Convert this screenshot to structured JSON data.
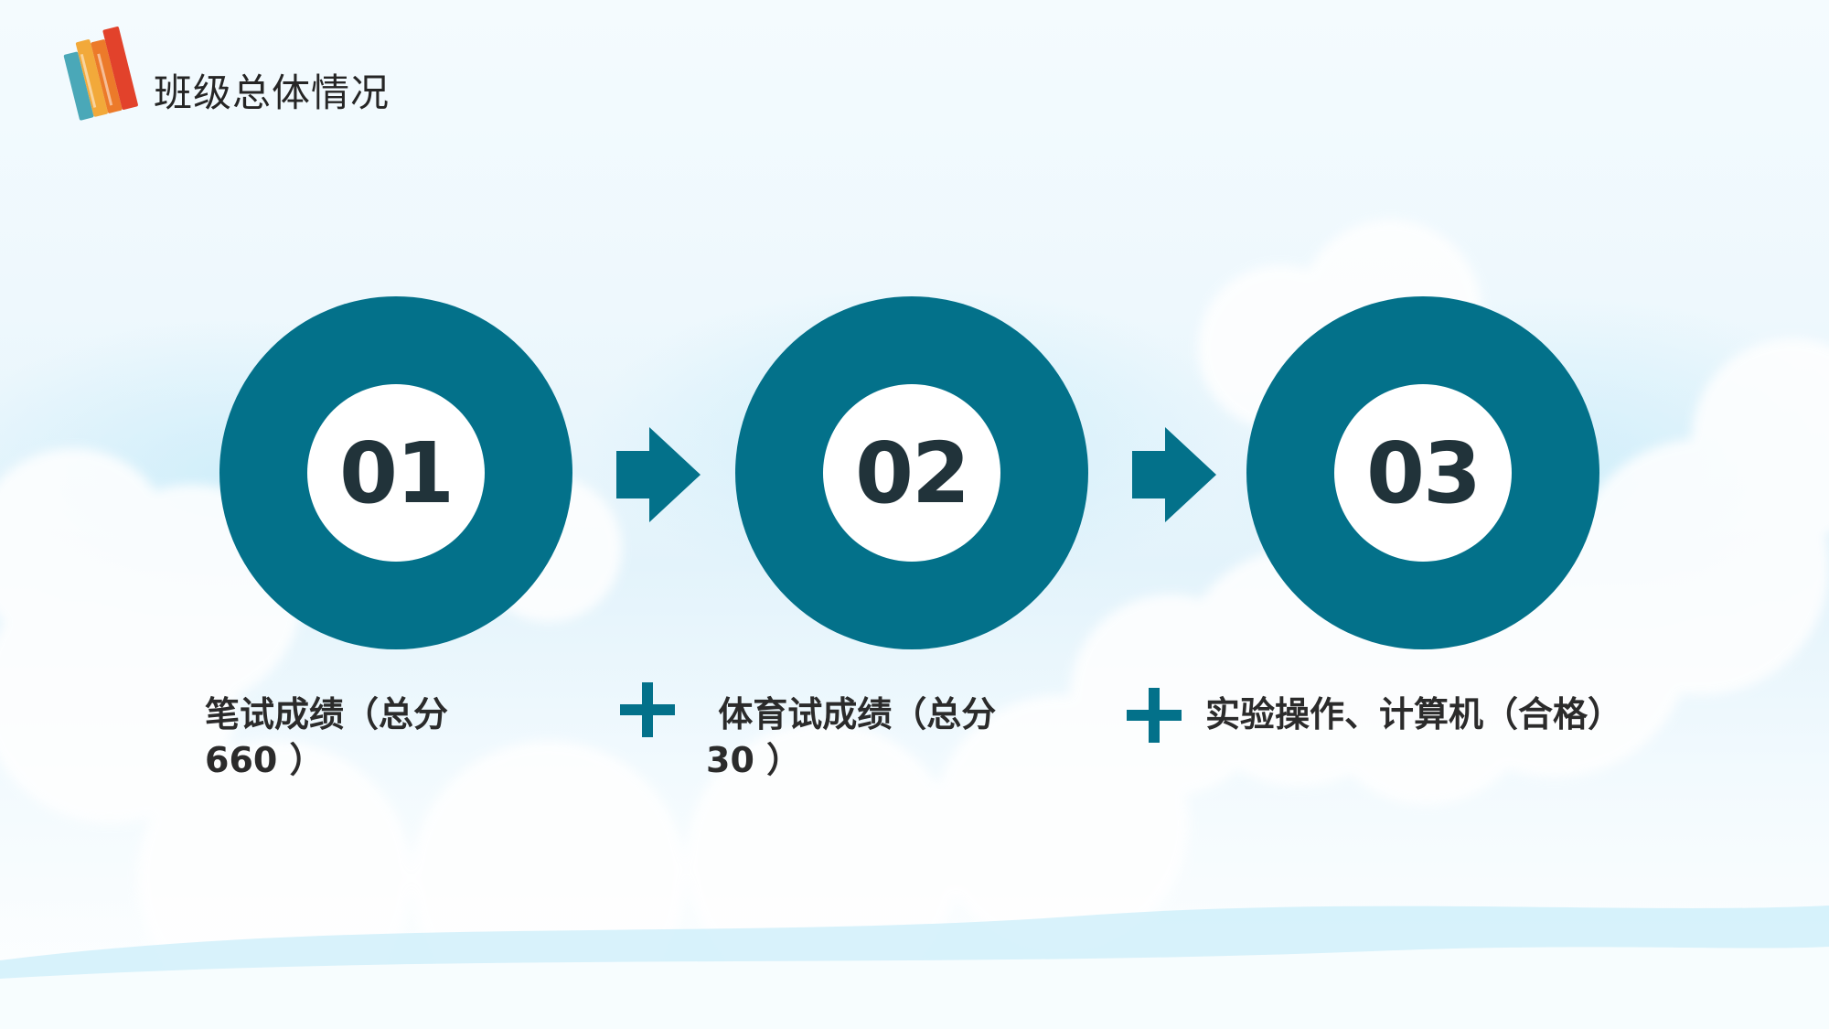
{
  "header": {
    "title": "班级总体情况"
  },
  "steps": [
    {
      "number": "01",
      "label": "笔试成绩（总分\n660 ）"
    },
    {
      "number": "02",
      "label": " 体育试成绩（总分\n30 ）"
    },
    {
      "number": "03",
      "label": "实验操作、计算机（合格）"
    }
  ],
  "colors": {
    "accent": "#03718a",
    "number_text": "#21333a",
    "label_text": "#2b2b2b"
  },
  "icons": {
    "logo": "book-stack-icon",
    "arrow": "arrow-right-icon",
    "plus": "plus-icon"
  }
}
